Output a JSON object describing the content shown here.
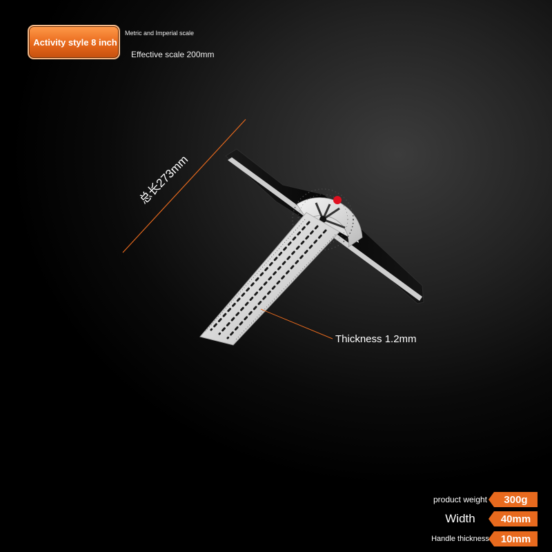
{
  "badge": {
    "label": "Activity style 8 inch"
  },
  "notes": {
    "metric_imperial": "Metric and Imperial scale",
    "effective_scale": "Effective scale 200mm",
    "total_length": "总长273mm",
    "thickness": "Thickness 1.2mm"
  },
  "specs": [
    {
      "name": "product weight",
      "value": "300g"
    },
    {
      "name": "Width",
      "value": "40mm"
    },
    {
      "name": "Handle thickness",
      "value": "10mm"
    }
  ],
  "colors": {
    "accent": "#e86a1e",
    "badge_border": "#f3b98a",
    "indicator_red": "#e01020"
  }
}
